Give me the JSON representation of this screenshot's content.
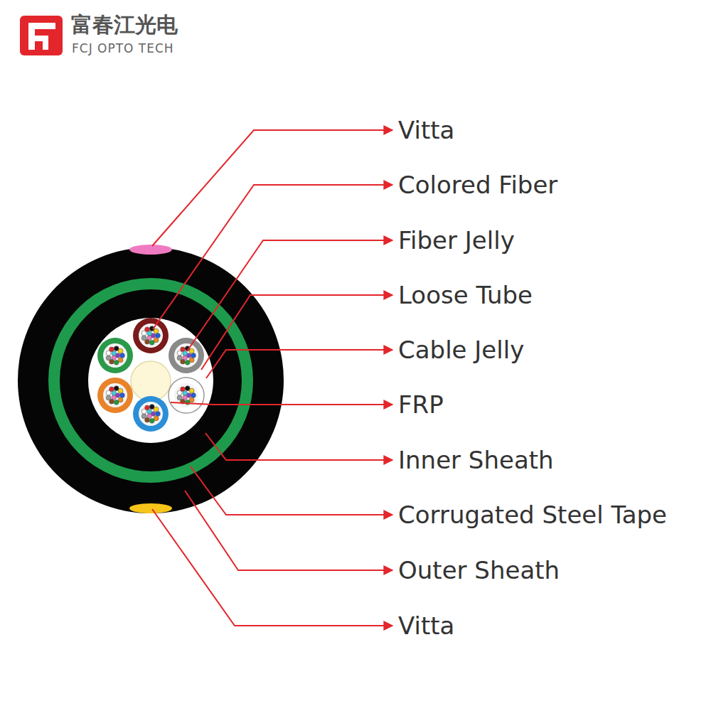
{
  "diagram": {
    "labels": [
      "富春江光电",
      "FCJ OPTO TECH",
      "Vitta",
      "Colored Fiber",
      "Fiber Jelly",
      "Loose Tube",
      "Cable Jelly",
      "FRP",
      "Inner Sheath",
      "Corrugated Steel Tape",
      "Outer Sheath",
      "Vitta"
    ]
  }
}
